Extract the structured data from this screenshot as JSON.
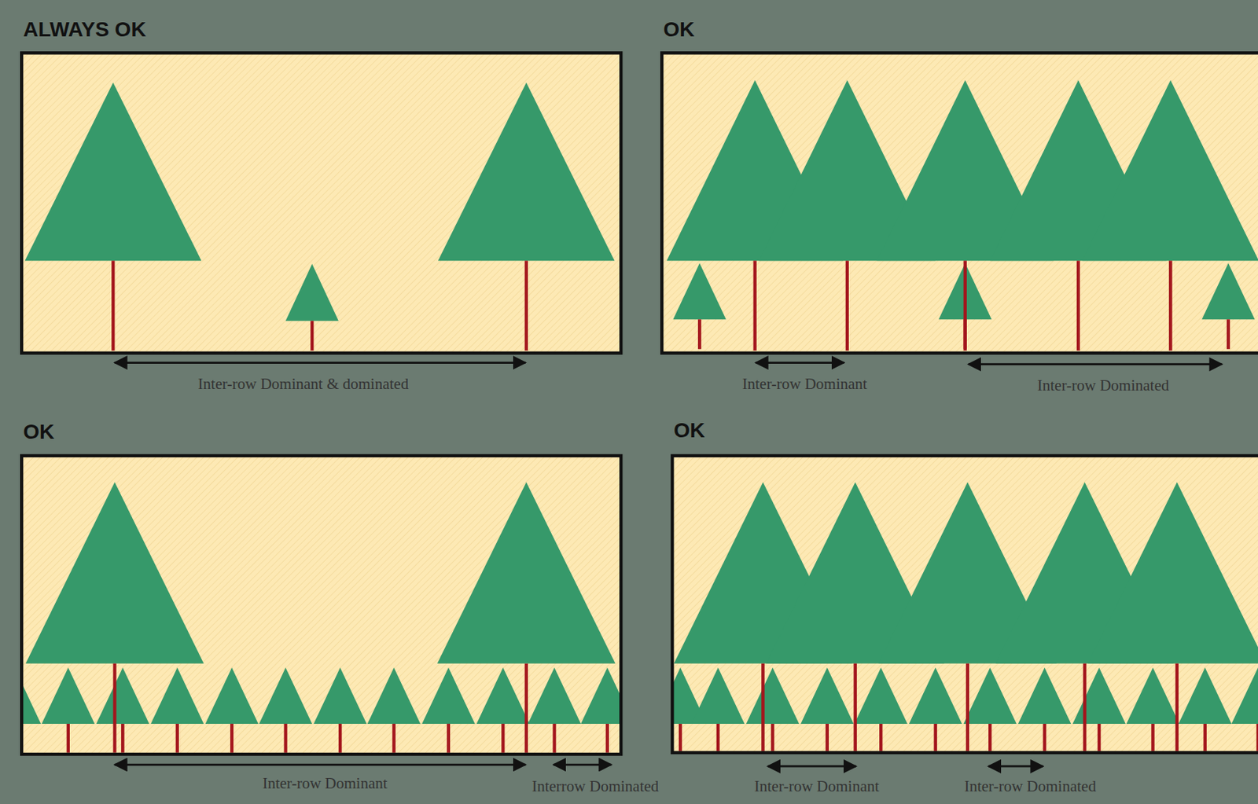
{
  "diagram": {
    "nodes": [
      {
        "text": [
          "ALWAYS OK"
        ]
      },
      {
        "text": [
          "OK"
        ]
      },
      {
        "text": [
          "OK"
        ]
      },
      {
        "text": [
          "OK"
        ]
      }
    ],
    "labels": [
      "Inter-row Dominant & dominated",
      "Inter-row Dominant",
      "Inter-row Dominated",
      "Inter-row Dominant",
      "Interrow Dominated",
      "Inter-row Dominant",
      "Inter-row Dominated"
    ]
  }
}
